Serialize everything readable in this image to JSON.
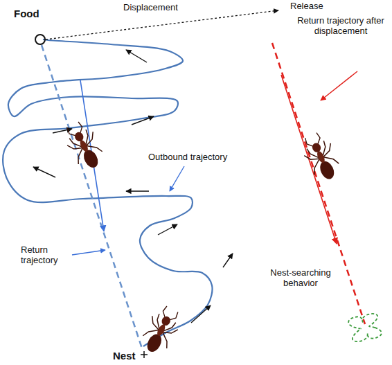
{
  "diagram": {
    "nodes": [
      {
        "text": [
          "Food"
        ]
      }
    ],
    "labels": [
      "Displacement",
      "Release",
      "Return trajectory after displacement",
      "Outbound trajectory",
      "Return trajectory",
      "Nest-searching behavior",
      "Nest"
    ]
  }
}
